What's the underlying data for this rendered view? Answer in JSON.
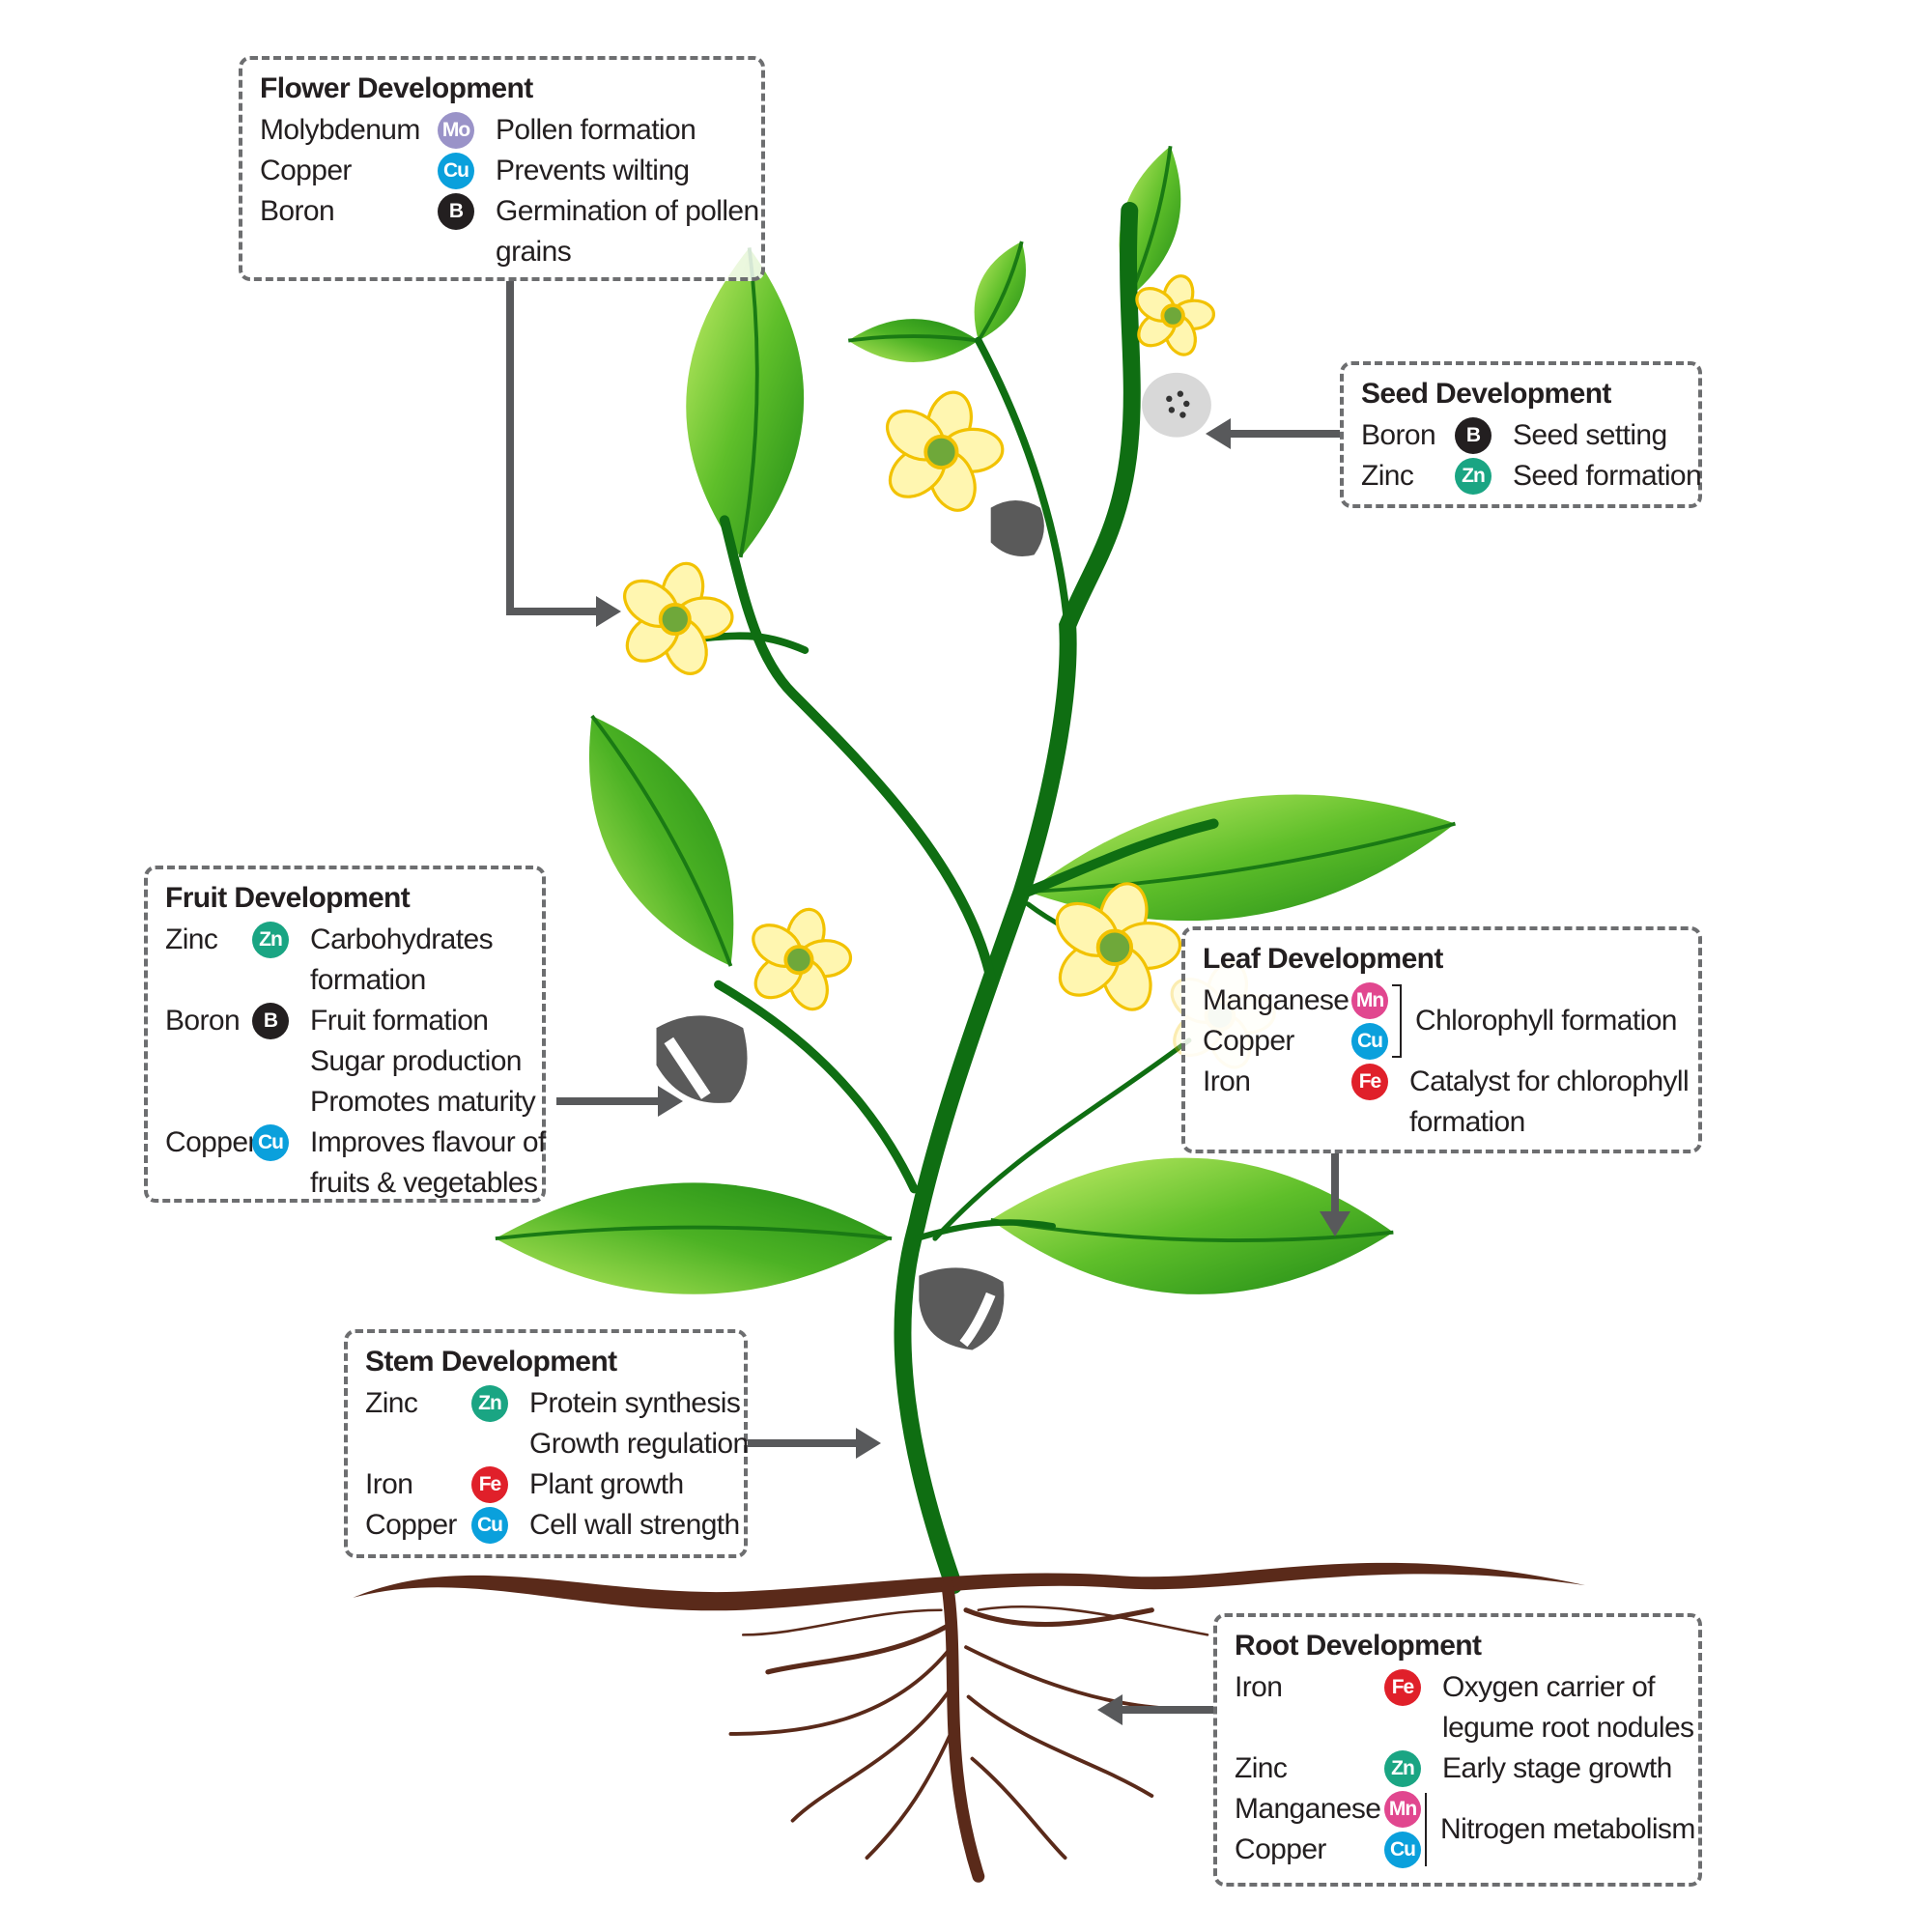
{
  "colors": {
    "Mo": "#9a93c8",
    "Cu": "#0aa0dc",
    "B": "#231f20",
    "Zn": "#1aa583",
    "Fe": "#e0202a",
    "Mn": "#e1478f",
    "arrow": "#58595b",
    "soil": "#5a2a1a",
    "stem": "#0f6e12"
  },
  "boxes": {
    "flower": {
      "title": "Flower Development",
      "groups": [
        {
          "elements": [
            {
              "name": "Molybdenum",
              "symbol": "Mo"
            }
          ],
          "desc": [
            "Pollen formation"
          ]
        },
        {
          "elements": [
            {
              "name": "Copper",
              "symbol": "Cu"
            }
          ],
          "desc": [
            "Prevents wilting"
          ]
        },
        {
          "elements": [
            {
              "name": "Boron",
              "symbol": "B"
            }
          ],
          "desc": [
            "Germination of pollen",
            "grains"
          ]
        }
      ]
    },
    "seed": {
      "title": "Seed Development",
      "groups": [
        {
          "elements": [
            {
              "name": "Boron",
              "symbol": "B"
            }
          ],
          "desc": [
            "Seed setting"
          ]
        },
        {
          "elements": [
            {
              "name": "Zinc",
              "symbol": "Zn"
            }
          ],
          "desc": [
            "Seed formation"
          ]
        }
      ]
    },
    "fruit": {
      "title": "Fruit Development",
      "groups": [
        {
          "elements": [
            {
              "name": "Zinc",
              "symbol": "Zn"
            }
          ],
          "desc": [
            "Carbohydrates",
            "formation"
          ]
        },
        {
          "elements": [
            {
              "name": "Boron",
              "symbol": "B"
            }
          ],
          "desc": [
            "Fruit formation",
            "Sugar production",
            "Promotes maturity"
          ]
        },
        {
          "elements": [
            {
              "name": "Copper",
              "symbol": "Cu"
            }
          ],
          "desc": [
            "Improves flavour of",
            "fruits & vegetables"
          ]
        }
      ]
    },
    "leaf": {
      "title": "Leaf Development",
      "groups": [
        {
          "elements": [
            {
              "name": "Manganese",
              "symbol": "Mn"
            },
            {
              "name": "Copper",
              "symbol": "Cu"
            }
          ],
          "bracket": true,
          "desc": [
            "Chlorophyll formation"
          ]
        },
        {
          "elements": [
            {
              "name": "Iron",
              "symbol": "Fe"
            }
          ],
          "desc": [
            "Catalyst for chlorophyll",
            "formation"
          ]
        }
      ]
    },
    "stem": {
      "title": "Stem Development",
      "groups": [
        {
          "elements": [
            {
              "name": "Zinc",
              "symbol": "Zn"
            }
          ],
          "desc": [
            "Protein synthesis",
            "Growth regulation"
          ]
        },
        {
          "elements": [
            {
              "name": "Iron",
              "symbol": "Fe"
            }
          ],
          "desc": [
            "Plant growth"
          ]
        },
        {
          "elements": [
            {
              "name": "Copper",
              "symbol": "Cu"
            }
          ],
          "desc": [
            "Cell wall strength"
          ]
        }
      ]
    },
    "root": {
      "title": "Root Development",
      "groups": [
        {
          "elements": [
            {
              "name": "Iron",
              "symbol": "Fe"
            }
          ],
          "desc": [
            "Oxygen carrier of",
            "legume root nodules"
          ]
        },
        {
          "elements": [
            {
              "name": "Zinc",
              "symbol": "Zn"
            }
          ],
          "desc": [
            "Early stage growth"
          ]
        },
        {
          "elements": [
            {
              "name": "Manganese",
              "symbol": "Mn"
            },
            {
              "name": "Copper",
              "symbol": "Cu"
            }
          ],
          "bracket": true,
          "desc": [
            "Nitrogen metabolism"
          ]
        }
      ]
    }
  }
}
